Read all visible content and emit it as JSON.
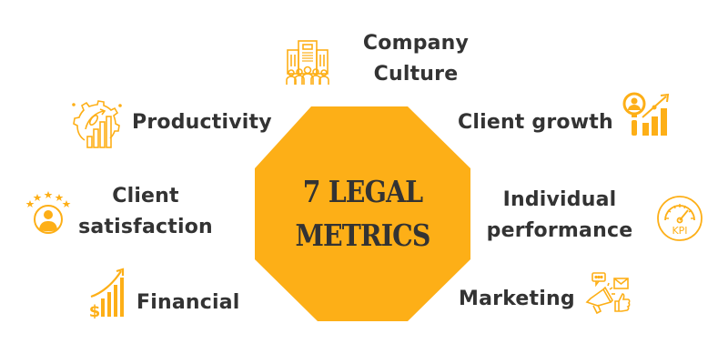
{
  "title": {
    "line1": "7 LEGAL",
    "line2": "METRICS"
  },
  "colors": {
    "accent": "#FDAF17",
    "text": "#333333",
    "background": "#FFFFFF"
  },
  "metrics": [
    {
      "id": "company-culture",
      "line1": "Company",
      "line2": "Culture",
      "icon": "building-people-icon"
    },
    {
      "id": "productivity",
      "line1": "Productivity",
      "icon": "gear-growth-chart-icon"
    },
    {
      "id": "client-growth",
      "line1": "Client growth",
      "icon": "magnifier-person-chart-icon"
    },
    {
      "id": "client-satisfaction",
      "line1": "Client",
      "line2": "satisfaction",
      "icon": "person-stars-icon"
    },
    {
      "id": "individual-performance",
      "line1": "Individual",
      "line2": "performance",
      "icon": "kpi-gauge-icon",
      "icon_text": "KPI"
    },
    {
      "id": "financial",
      "line1": "Financial",
      "icon": "dollar-growth-chart-icon",
      "icon_text": "$"
    },
    {
      "id": "marketing",
      "line1": "Marketing",
      "icon": "megaphone-social-icon"
    }
  ]
}
